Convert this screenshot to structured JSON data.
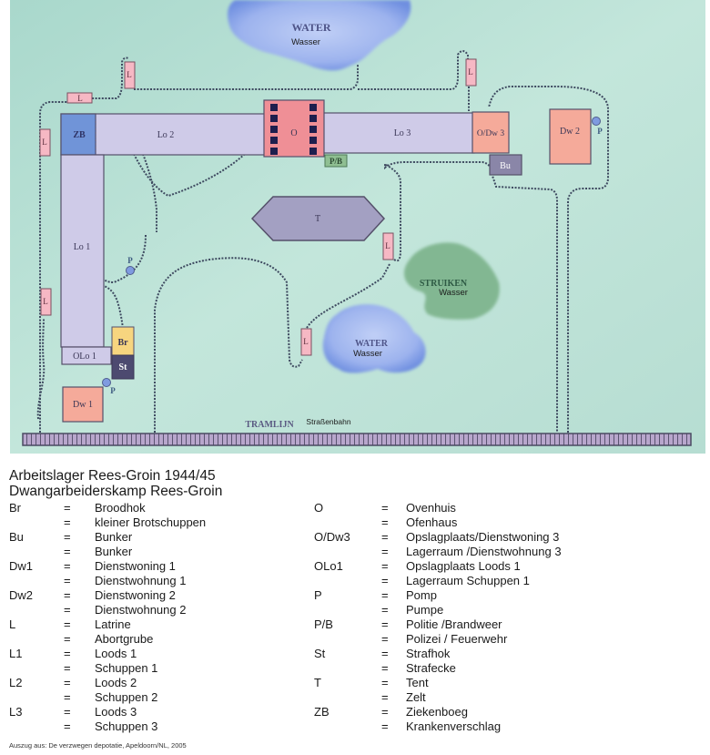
{
  "map": {
    "water_top": {
      "title": "WATER",
      "subtitle": "Wasser"
    },
    "water_bottom": {
      "title": "WATER",
      "subtitle": "Wasser"
    },
    "bushes": {
      "title": "STRUIKEN",
      "subtitle": "Wasser"
    },
    "buildings": {
      "zb": "ZB",
      "lo2": "Lo 2",
      "oven": "O",
      "lo3": "Lo 3",
      "odw3": "O/Dw 3",
      "dw2": "Dw 2",
      "pb": "P/B",
      "bu": "Bu",
      "tent": "T",
      "lo1": "Lo 1",
      "olo1": "OLo 1",
      "br": "Br",
      "st": "St",
      "dw1": "Dw 1"
    },
    "latrine_label": "L",
    "pump_label": "P",
    "tram": {
      "title": "TRAMLIJN",
      "subtitle": "Straßenbahn"
    },
    "colors": {
      "ground": "#bfe3d8",
      "water": "#8fa8ea",
      "bushes": "#7fb48f",
      "barrack": "#cfcbe8",
      "ziekenboeg": "#7094d8",
      "oven": "#ef8f96",
      "dwelling": "#f5aa9a",
      "latrine": "#f6b8c4",
      "pb": "#8fbf92",
      "bunker": "#8a86a8",
      "tent": "#a3a0c2",
      "br": "#f7d57f",
      "st": "#4d4a70",
      "outline": "#55506a",
      "path": "#3e4a60"
    }
  },
  "legend": {
    "title1": "Arbeitslager Rees-Groin 1944/45",
    "title2": "Dwangarbeiderskamp Rees-Groin",
    "left": [
      {
        "abbr": "Br",
        "eq": "=",
        "text": "Broodhok"
      },
      {
        "abbr": "",
        "eq": "=",
        "text": "kleiner Brotschuppen"
      },
      {
        "abbr": "Bu",
        "eq": "=",
        "text": "Bunker"
      },
      {
        "abbr": "",
        "eq": "=",
        "text": "Bunker"
      },
      {
        "abbr": "Dw1",
        "eq": "=",
        "text": "Dienstwoning 1"
      },
      {
        "abbr": "",
        "eq": "=",
        "text": "Dienstwohnung 1"
      },
      {
        "abbr": "Dw2",
        "eq": "=",
        "text": "Dienstwoning 2"
      },
      {
        "abbr": "",
        "eq": "=",
        "text": "Dienstwohnung 2"
      },
      {
        "abbr": "L",
        "eq": "=",
        "text": "Latrine"
      },
      {
        "abbr": "",
        "eq": "=",
        "text": "Abortgrube"
      },
      {
        "abbr": "L1",
        "eq": "=",
        "text": "Loods 1"
      },
      {
        "abbr": "",
        "eq": "=",
        "text": "Schuppen 1"
      },
      {
        "abbr": "L2",
        "eq": "=",
        "text": "Loods 2"
      },
      {
        "abbr": "",
        "eq": "=",
        "text": "Schuppen 2"
      },
      {
        "abbr": "L3",
        "eq": "=",
        "text": "Loods 3"
      },
      {
        "abbr": "",
        "eq": "=",
        "text": "Schuppen 3"
      }
    ],
    "right": [
      {
        "abbr": "O",
        "eq": "=",
        "text": "Ovenhuis"
      },
      {
        "abbr": "",
        "eq": "=",
        "text": "Ofenhaus"
      },
      {
        "abbr": "O/Dw3",
        "eq": "=",
        "text": "Opslagplaats/Dienstwoning 3"
      },
      {
        "abbr": "",
        "eq": "=",
        "text": "Lagerraum /Dienstwohnung 3"
      },
      {
        "abbr": "OLo1",
        "eq": "=",
        "text": "Opslagplaats Loods 1"
      },
      {
        "abbr": "",
        "eq": "=",
        "text": "Lagerraum Schuppen 1"
      },
      {
        "abbr": "P",
        "eq": "=",
        "text": "Pomp"
      },
      {
        "abbr": "",
        "eq": "=",
        "text": "Pumpe"
      },
      {
        "abbr": "P/B",
        "eq": "=",
        "text": "Politie /Brandweer"
      },
      {
        "abbr": "",
        "eq": "=",
        "text": "Polizei / Feuerwehr"
      },
      {
        "abbr": "St",
        "eq": "=",
        "text": "Strafhok"
      },
      {
        "abbr": "",
        "eq": "=",
        "text": "Strafecke"
      },
      {
        "abbr": "T",
        "eq": "=",
        "text": "Tent"
      },
      {
        "abbr": "",
        "eq": "=",
        "text": "Zelt"
      },
      {
        "abbr": "ZB",
        "eq": "=",
        "text": "Ziekenboeg"
      },
      {
        "abbr": "",
        "eq": "=",
        "text": "Krankenverschlag"
      }
    ]
  },
  "credit": "Auszug aus: De verzwegen depotatie, Apeldoorn/NL, 2005"
}
